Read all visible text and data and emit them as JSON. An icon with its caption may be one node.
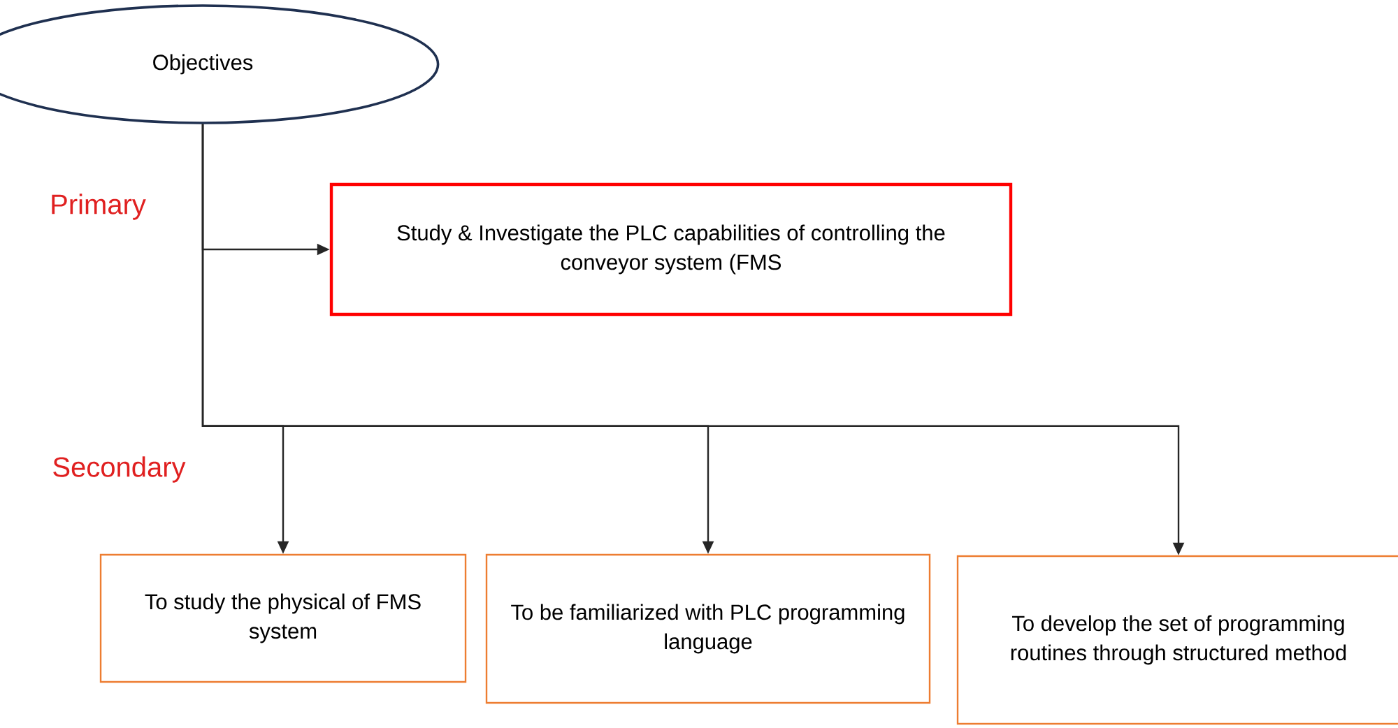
{
  "diagram": {
    "nodes": [
      {
        "text": [
          "Objectives"
        ]
      },
      {
        "text": [
          "Study & Investigate the PLC capabilities of controlling the conveyor system (FMS"
        ]
      },
      {
        "text": [
          "To study the physical of FMS system"
        ]
      },
      {
        "text": [
          "To be familiarized with PLC programming language"
        ]
      },
      {
        "text": [
          "To develop the set of programming routines through structured method"
        ]
      }
    ],
    "edges": [
      {
        "from": 0,
        "to": 1,
        "arrow": "to"
      },
      {
        "from": 0,
        "to": 2,
        "arrow": "to"
      },
      {
        "from": 0,
        "to": 3,
        "arrow": "to"
      },
      {
        "from": 0,
        "to": 4,
        "arrow": "to"
      }
    ],
    "labels": [
      "Primary",
      "Secondary"
    ]
  }
}
